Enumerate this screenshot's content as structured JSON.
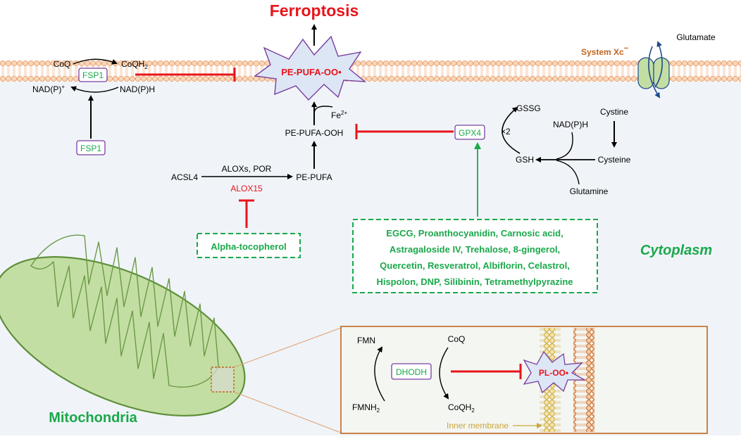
{
  "title": "Ferroptosis",
  "membrane": {
    "center_node": "PE-PUFA-OO•",
    "coq": "CoQ",
    "coqh2": "CoQH",
    "sub2": "2",
    "nadp_plus": "NAD(P)",
    "plus": "+",
    "nadph": "NAD(P)H",
    "fsp1": "FSP1",
    "system_xc": "System Xc",
    "system_xc_minus": "−",
    "glutamate": "Glutamate"
  },
  "cytoplasm": {
    "label": "Cytoplasm",
    "fsp1_lower": "FSP1",
    "fe": "Fe",
    "fe_sup": "2+",
    "pe_pufa_ooh": "PE-PUFA-OOH",
    "pe_pufa": "PE-PUFA",
    "acsl4": "ACSL4",
    "aloxs_por": "ALOXs, POR",
    "alox15": "ALOX15",
    "alpha_tocopherol": "Alpha-tocopherol",
    "gpx4": "GPX4",
    "gssg": "GSSG",
    "gsh": "GSH",
    "x2": "×2",
    "cystine": "Cystine",
    "cysteine": "Cysteine",
    "nadph": "NAD(P)H",
    "glutamine": "Glutamine",
    "compounds": [
      "EGCG, Proanthocyanidin, Carnosic acid,",
      "Astragaloside IV, Trehalose, 8-gingerol,",
      "Quercetin, Resveratrol, Albiflorin, Celastrol,",
      "Hispolon, DNP, Silibinin, Tetramethylpyrazine"
    ]
  },
  "mitochondria": {
    "label": "Mitochondria",
    "fmn": "FMN",
    "fmnh": "FMNH",
    "sub2": "2",
    "coq": "CoQ",
    "coqh": "CoQH",
    "dhodh": "DHODH",
    "pl_oo": "PL-OO•",
    "inner_membrane": "Inner membrane"
  },
  "colors": {
    "red": "#e8141b",
    "green": "#1aa84a",
    "purple": "#7a3fa0",
    "orange": "#c0651f",
    "membrane_fill": "#f8d7b9",
    "membrane_stroke": "#eaa577",
    "cytoplasm": "#f0f4f9",
    "mito_fill": "#c3dea3",
    "mito_stroke": "#5e8f3a"
  }
}
